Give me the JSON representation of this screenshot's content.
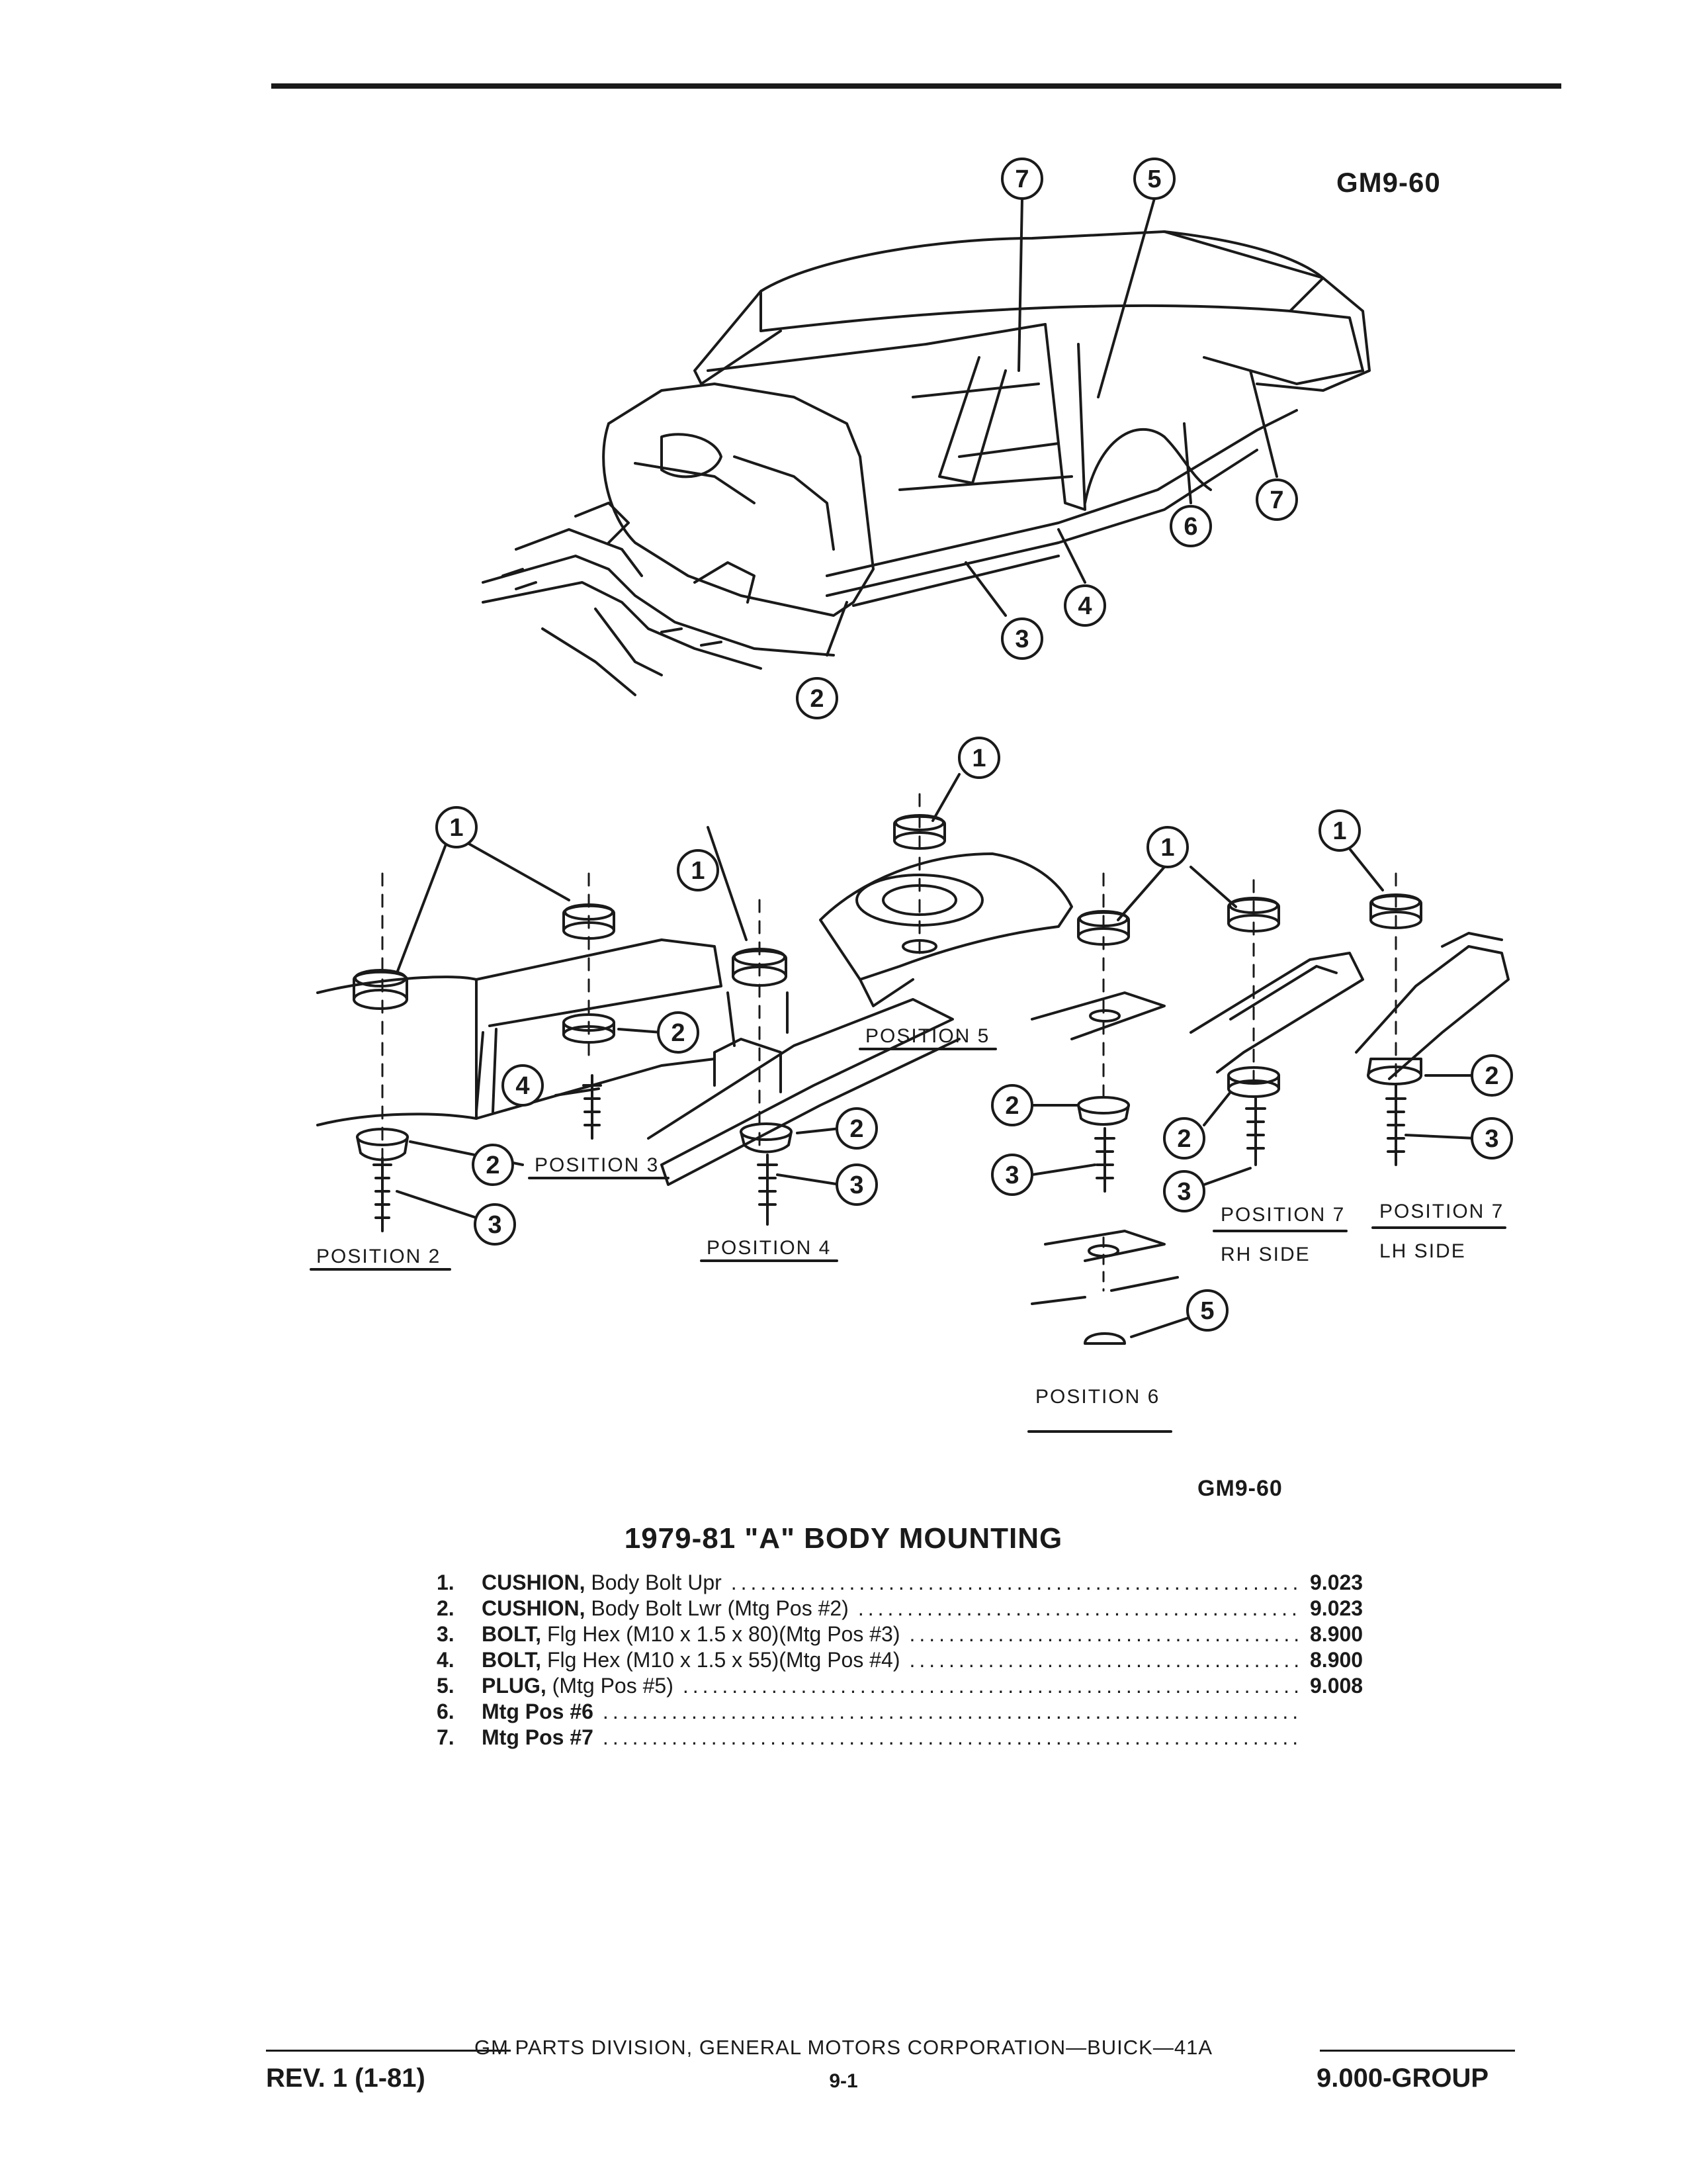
{
  "figure_code": "GM9-60",
  "title": "1979-81 \"A\" BODY MOUNTING",
  "parts": [
    {
      "num": "1.",
      "name": "CUSHION,",
      "desc": "Body Bolt Upr",
      "group": "9.023"
    },
    {
      "num": "2.",
      "name": "CUSHION,",
      "desc": "Body Bolt Lwr (Mtg Pos #2)",
      "group": "9.023"
    },
    {
      "num": "3.",
      "name": "BOLT,",
      "desc": "Flg Hex (M10 x 1.5 x 80)(Mtg Pos #3)",
      "group": "8.900"
    },
    {
      "num": "4.",
      "name": "BOLT,",
      "desc": "Flg Hex (M10 x 1.5 x 55)(Mtg Pos #4)",
      "group": "8.900"
    },
    {
      "num": "5.",
      "name": "PLUG,",
      "desc": "(Mtg Pos #5)",
      "group": "9.008"
    },
    {
      "num": "6.",
      "name": "Mtg Pos #6",
      "desc": "",
      "group": ""
    },
    {
      "num": "7.",
      "name": "Mtg Pos #7",
      "desc": "",
      "group": ""
    }
  ],
  "position_labels": {
    "pos2": "POSITION 2",
    "pos3": "POSITION 3",
    "pos4": "POSITION 4",
    "pos5": "POSITION 5",
    "pos6": "POSITION 6",
    "pos7": "POSITION 7",
    "rh_side": "RH SIDE",
    "lh_side": "LH SIDE"
  },
  "callouts": [
    "1",
    "2",
    "3",
    "4",
    "5",
    "6",
    "7"
  ],
  "footer": {
    "credit": "GM PARTS DIVISION, GENERAL MOTORS CORPORATION—BUICK—41A",
    "revision": "REV. 1 (1-81)",
    "page": "9-1",
    "group": "9.000-GROUP"
  }
}
